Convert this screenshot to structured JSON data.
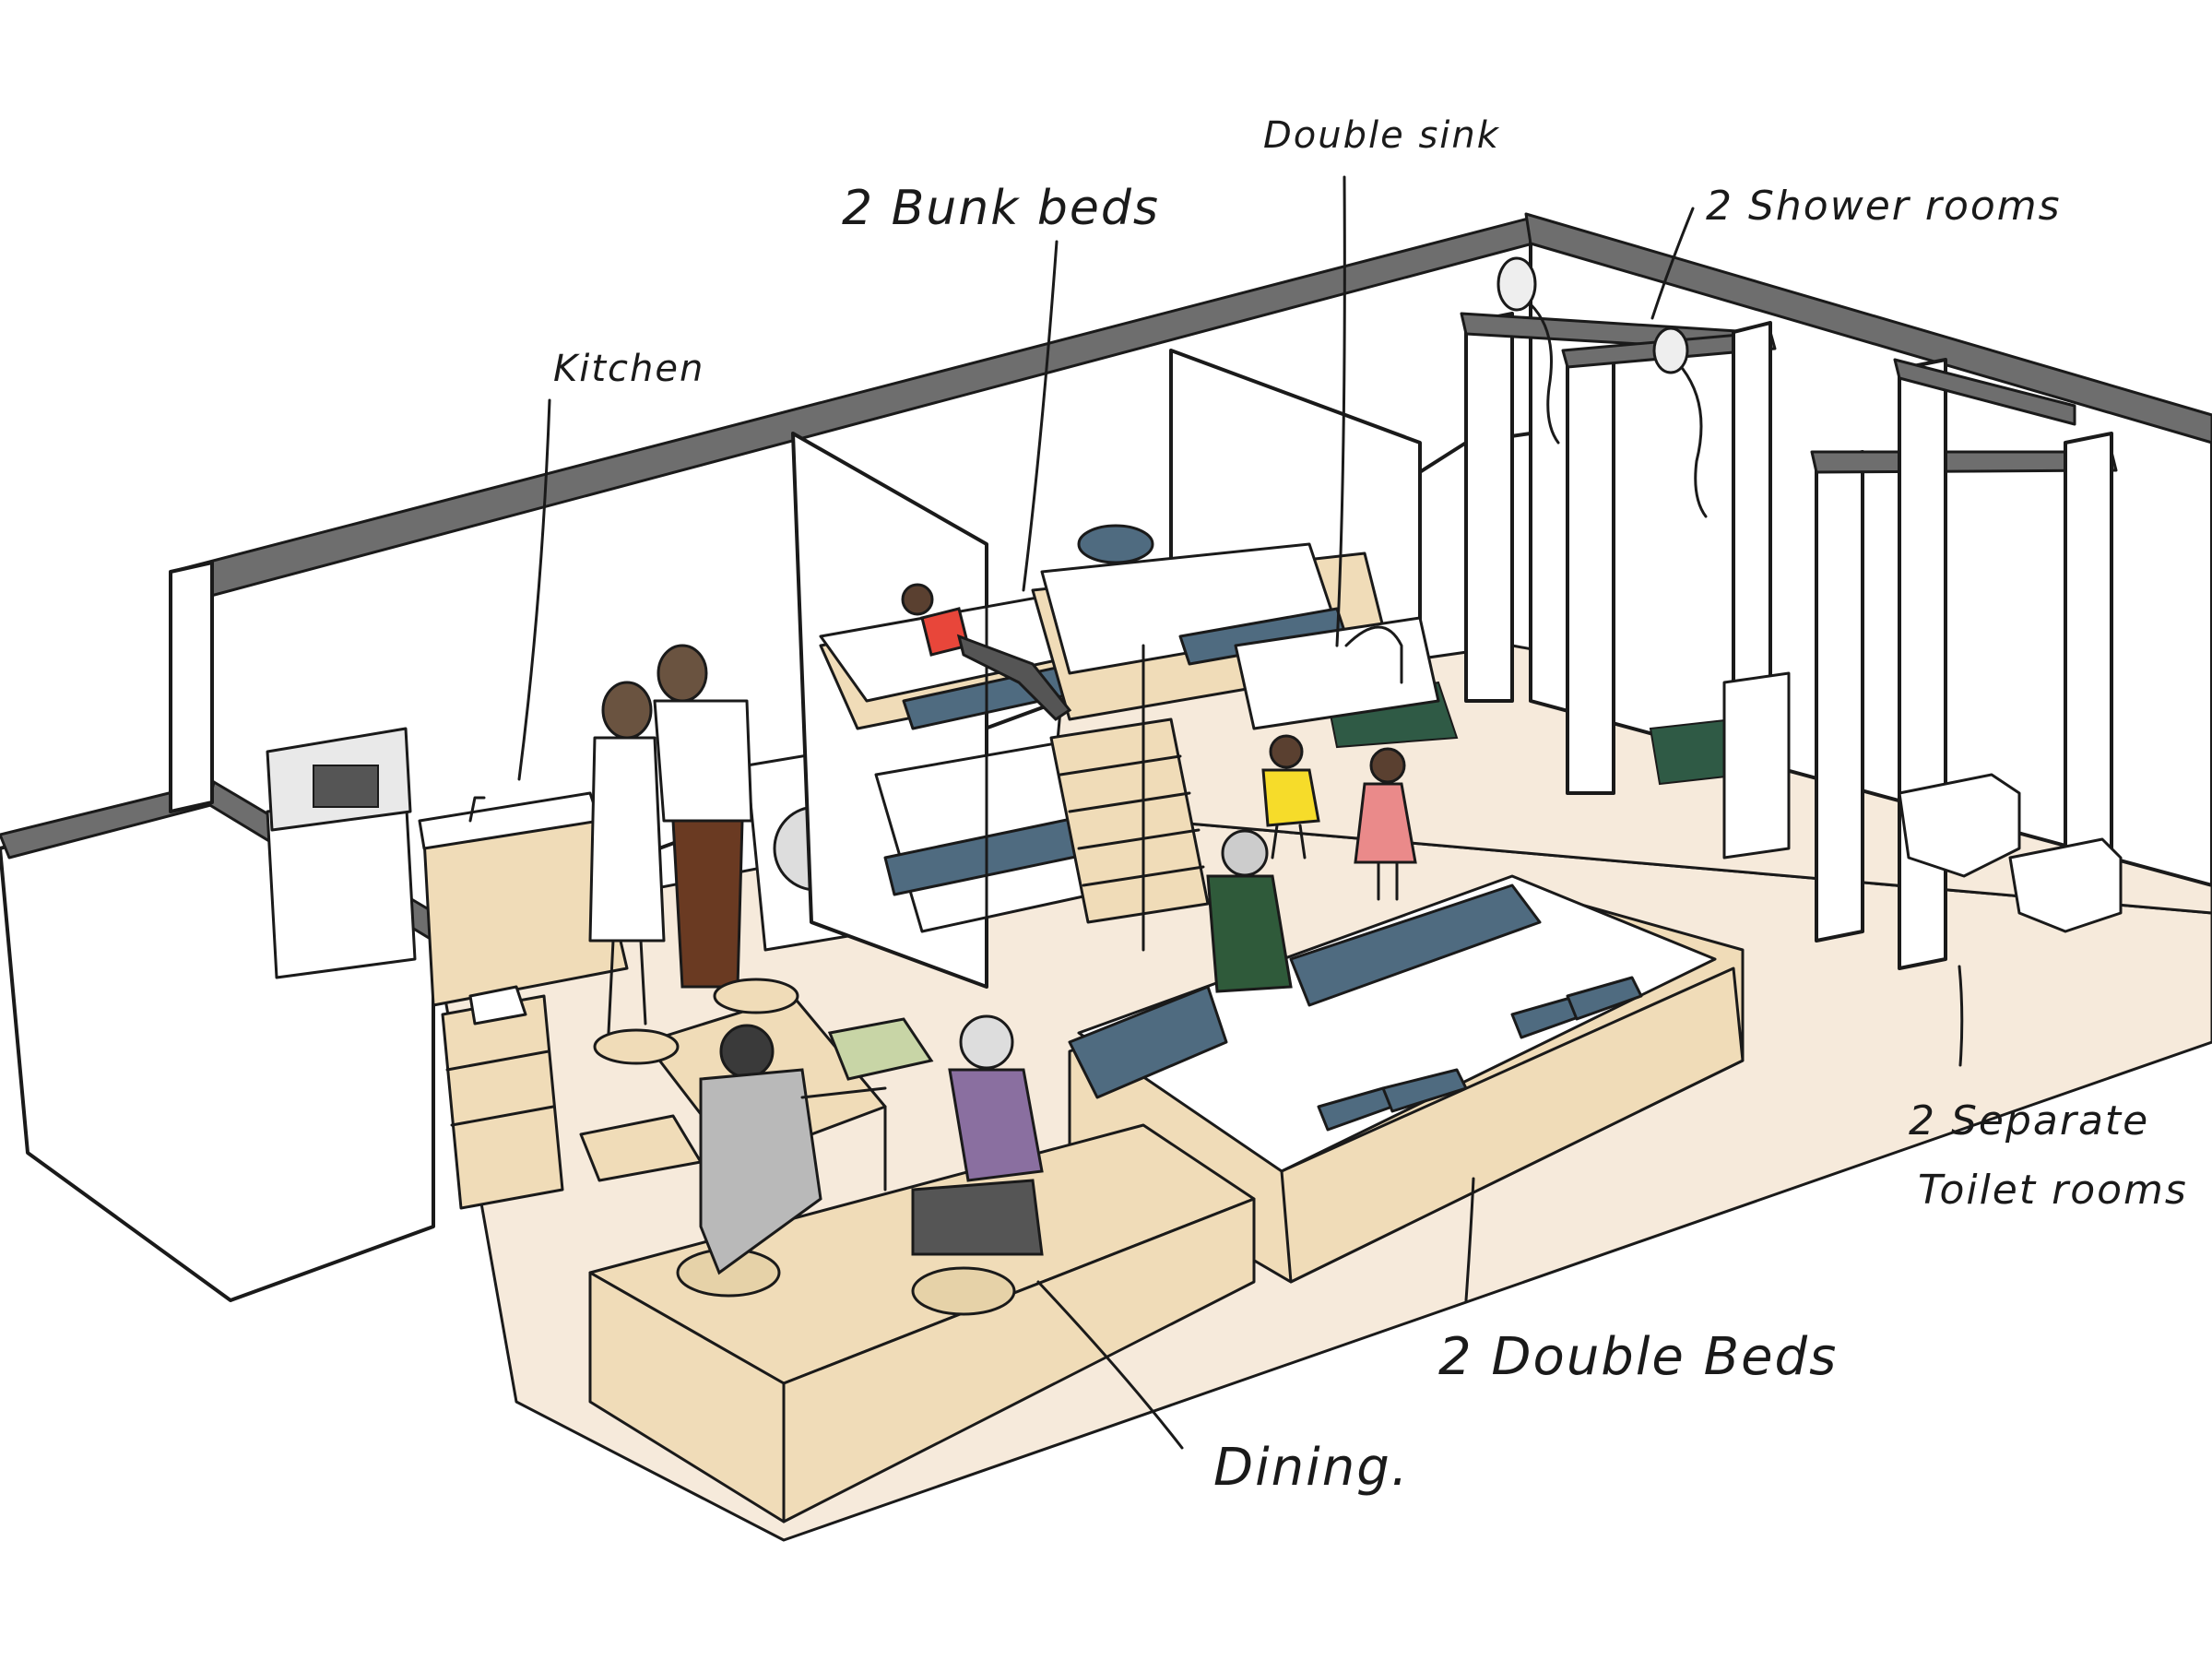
{
  "labels": {
    "kitchen": "Kitchen",
    "bunk_beds": "2 Bunk beds",
    "double_sink": "Double sink",
    "shower_rooms": "2 Shower rooms",
    "toilet_line1": "2 Separate",
    "toilet_line2": "Toilet rooms",
    "double_beds": "2 Double Beds",
    "dining": "Dining."
  },
  "colors": {
    "ink": "#1a1a1a",
    "wall_top": "#6e6e6e",
    "floor": "#f6eadb",
    "wood": "#f0dcb8",
    "bedding_accent": "#4f6b80",
    "tile": "#2f5a45"
  }
}
